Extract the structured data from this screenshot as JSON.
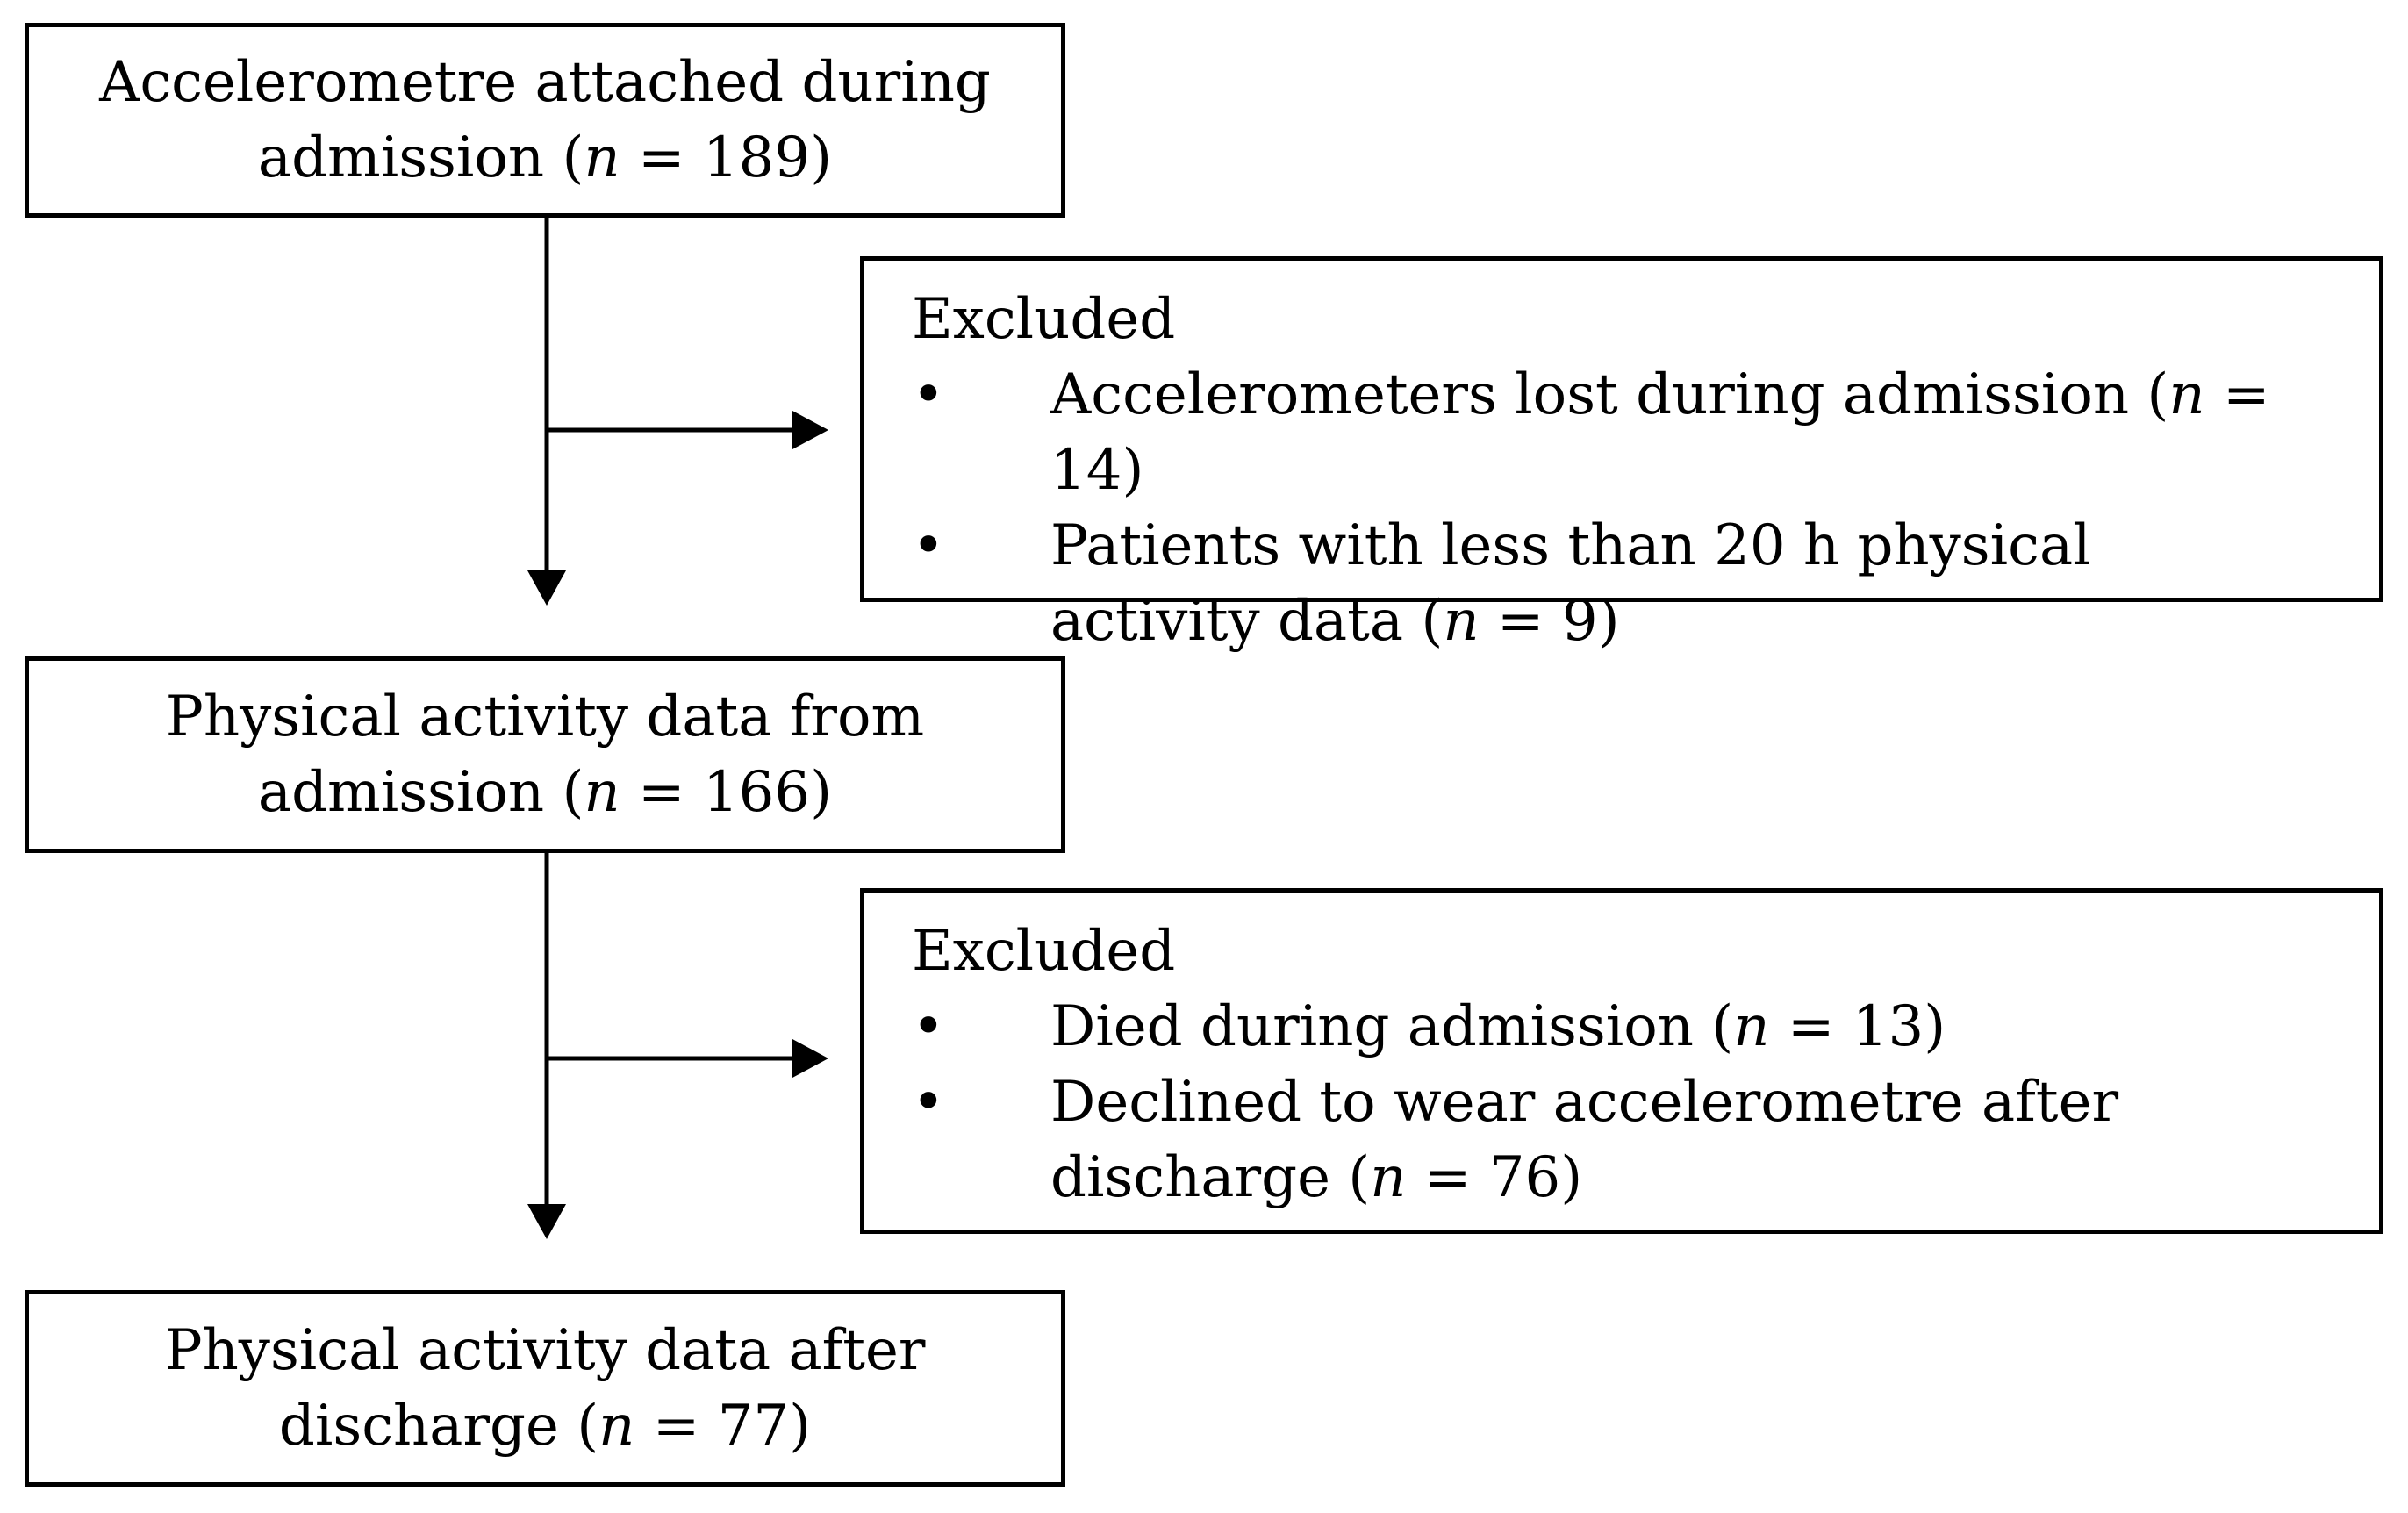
{
  "boxes": {
    "box1": {
      "line1": "Accelerometre attached during",
      "line2_pre": "admission (",
      "n": "n",
      "line2_post": " = 189)"
    },
    "box2": {
      "line1": "Physical activity data from",
      "line2_pre": "admission (",
      "n": "n",
      "line2_post": " = 166)"
    },
    "box3": {
      "line1": "Physical activity data after",
      "line2_pre": "discharge (",
      "n": "n",
      "line2_post": " = 77)"
    }
  },
  "exclusions": {
    "excl1": {
      "title": "Excluded",
      "bullet": "•",
      "items": [
        {
          "pre": "Accelerometers lost during admission (",
          "n": "n",
          "post": " = 14)"
        },
        {
          "pre": "Patients with less than 20 h physical activity data (",
          "n": "n",
          "post": " = 9)"
        }
      ]
    },
    "excl2": {
      "title": "Excluded",
      "bullet": "•",
      "items": [
        {
          "pre": "Died during admission (",
          "n": "n",
          "post": " = 13)"
        },
        {
          "pre": "Declined to wear accelerometre after discharge (",
          "n": "n",
          "post": " = 76)"
        }
      ]
    }
  },
  "colors": {
    "stroke": "#000000",
    "background": "#ffffff"
  }
}
